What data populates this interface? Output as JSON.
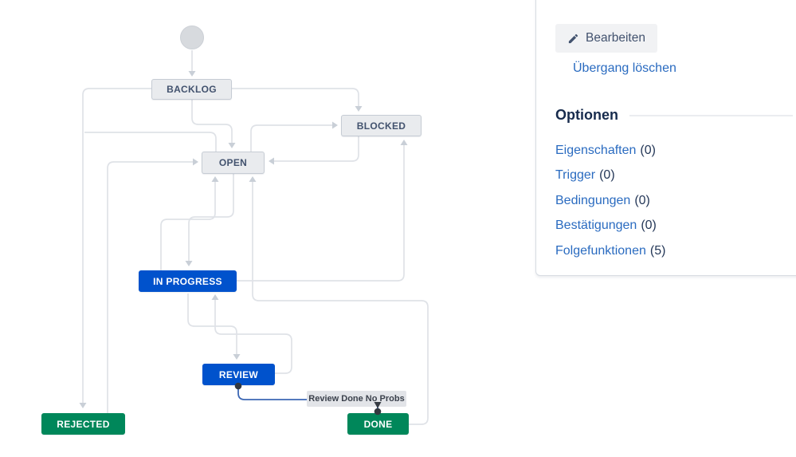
{
  "diagram": {
    "nodes": [
      {
        "id": "start",
        "label": "",
        "type": "circle"
      },
      {
        "id": "backlog",
        "label": "BACKLOG",
        "type": "grey"
      },
      {
        "id": "blocked",
        "label": "BLOCKED",
        "type": "grey"
      },
      {
        "id": "open",
        "label": "OPEN",
        "type": "grey"
      },
      {
        "id": "in-progress",
        "label": "IN PROGRESS",
        "type": "blue"
      },
      {
        "id": "review",
        "label": "REVIEW",
        "type": "blue"
      },
      {
        "id": "rejected",
        "label": "REJECTED",
        "type": "green"
      },
      {
        "id": "done",
        "label": "DONE",
        "type": "green"
      }
    ],
    "selected_transition": {
      "label": "Review Done No Probs",
      "from": "REVIEW",
      "to": "DONE"
    },
    "colors": {
      "status_grey_bg": "#e9ebee",
      "status_blue_bg": "#0052cc",
      "status_green_bg": "#00875a",
      "edge_grey": "#dfe2e7",
      "selected_edge_blue": "#3c67b4"
    }
  },
  "panel": {
    "edit_button_label": "Bearbeiten",
    "delete_transition_label": "Übergang löschen",
    "options_heading": "Optionen",
    "options": [
      {
        "label": "Eigenschaften",
        "count": "(0)"
      },
      {
        "label": "Trigger",
        "count": "(0)"
      },
      {
        "label": "Bedingungen",
        "count": "(0)"
      },
      {
        "label": "Bestätigungen",
        "count": "(0)"
      },
      {
        "label": "Folgefunktionen",
        "count": "(5)"
      }
    ]
  }
}
